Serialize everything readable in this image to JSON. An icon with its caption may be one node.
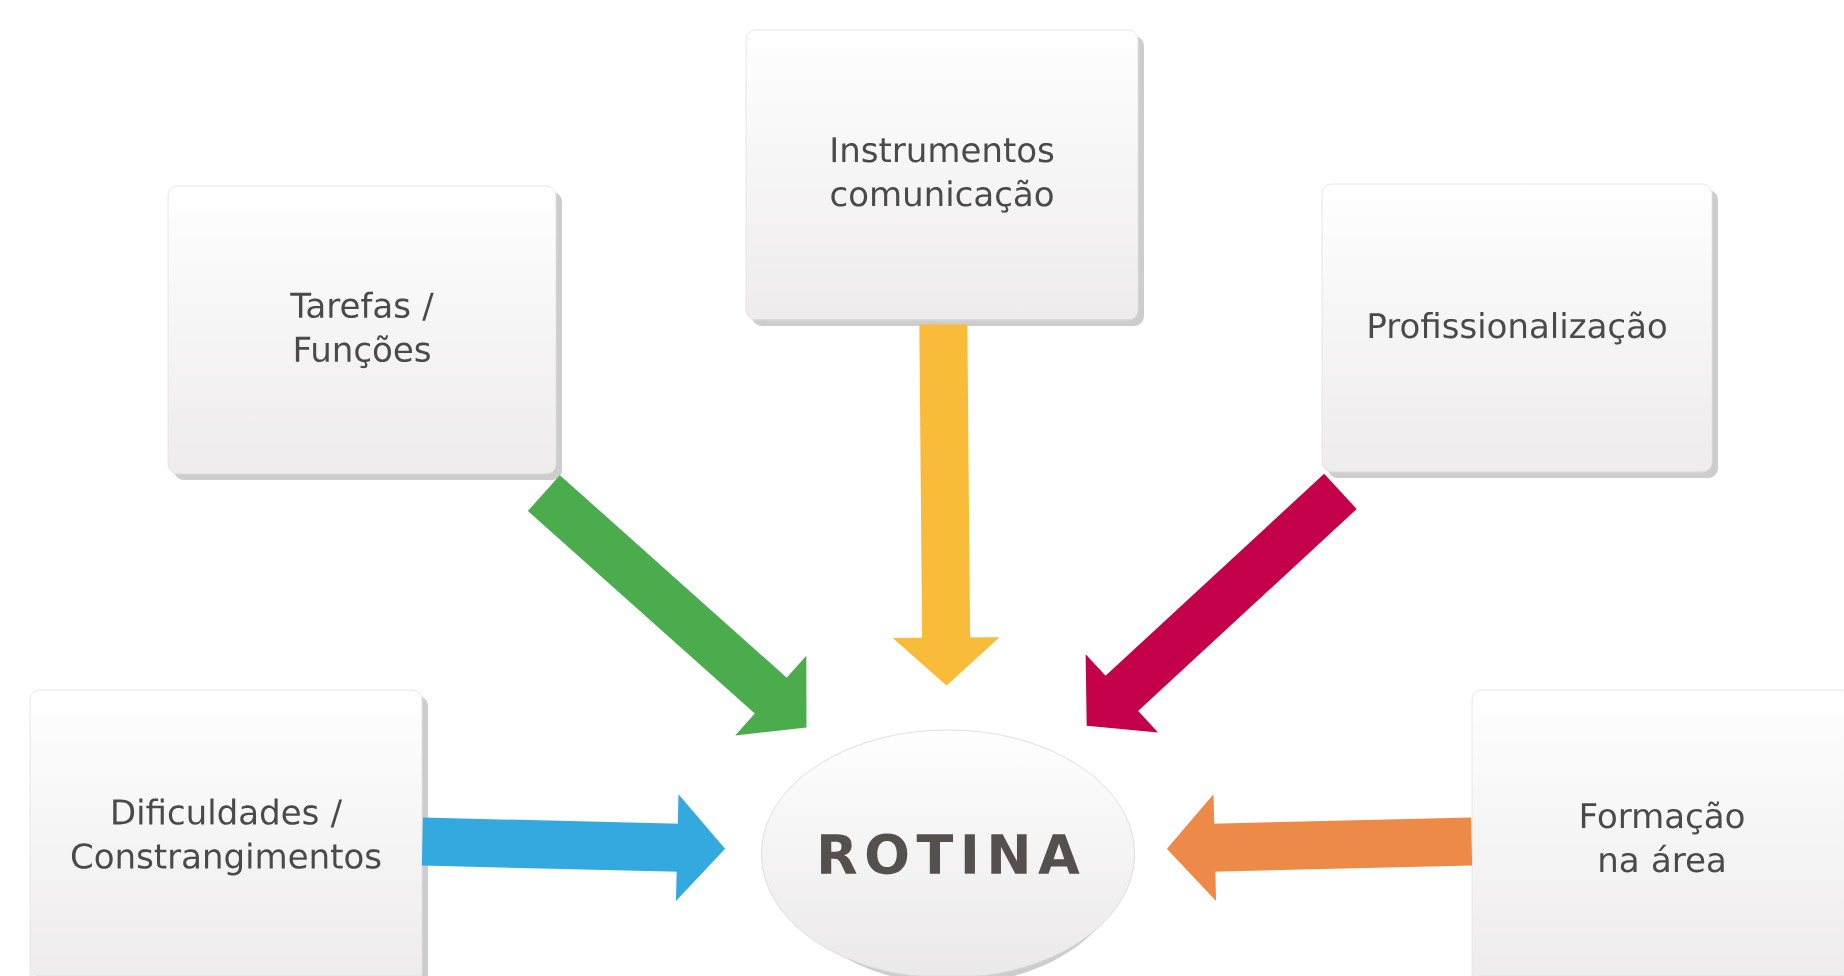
{
  "diagram": {
    "nodes": [
      {
        "text": [
          "Tarefas / Funções"
        ]
      },
      {
        "text": [
          "Instrumentos comunicação"
        ]
      },
      {
        "text": [
          "Profissionalização"
        ]
      },
      {
        "text": [
          "Dificuldades / Constrangimentos"
        ]
      },
      {
        "text": [
          "Formação na área"
        ]
      },
      {
        "text": [
          "ROTINA"
        ]
      }
    ],
    "edges": [
      {
        "from": 0,
        "to": 5,
        "arrow": "to",
        "color": "#4aac4c"
      },
      {
        "from": 1,
        "to": 5,
        "arrow": "to",
        "color": "#f8bb3a"
      },
      {
        "from": 2,
        "to": 5,
        "arrow": "to",
        "color": "#c4004a"
      },
      {
        "from": 3,
        "to": 5,
        "arrow": "to",
        "color": "#33a9df"
      },
      {
        "from": 4,
        "to": 5,
        "arrow": "to",
        "color": "#ee8a48"
      }
    ]
  }
}
